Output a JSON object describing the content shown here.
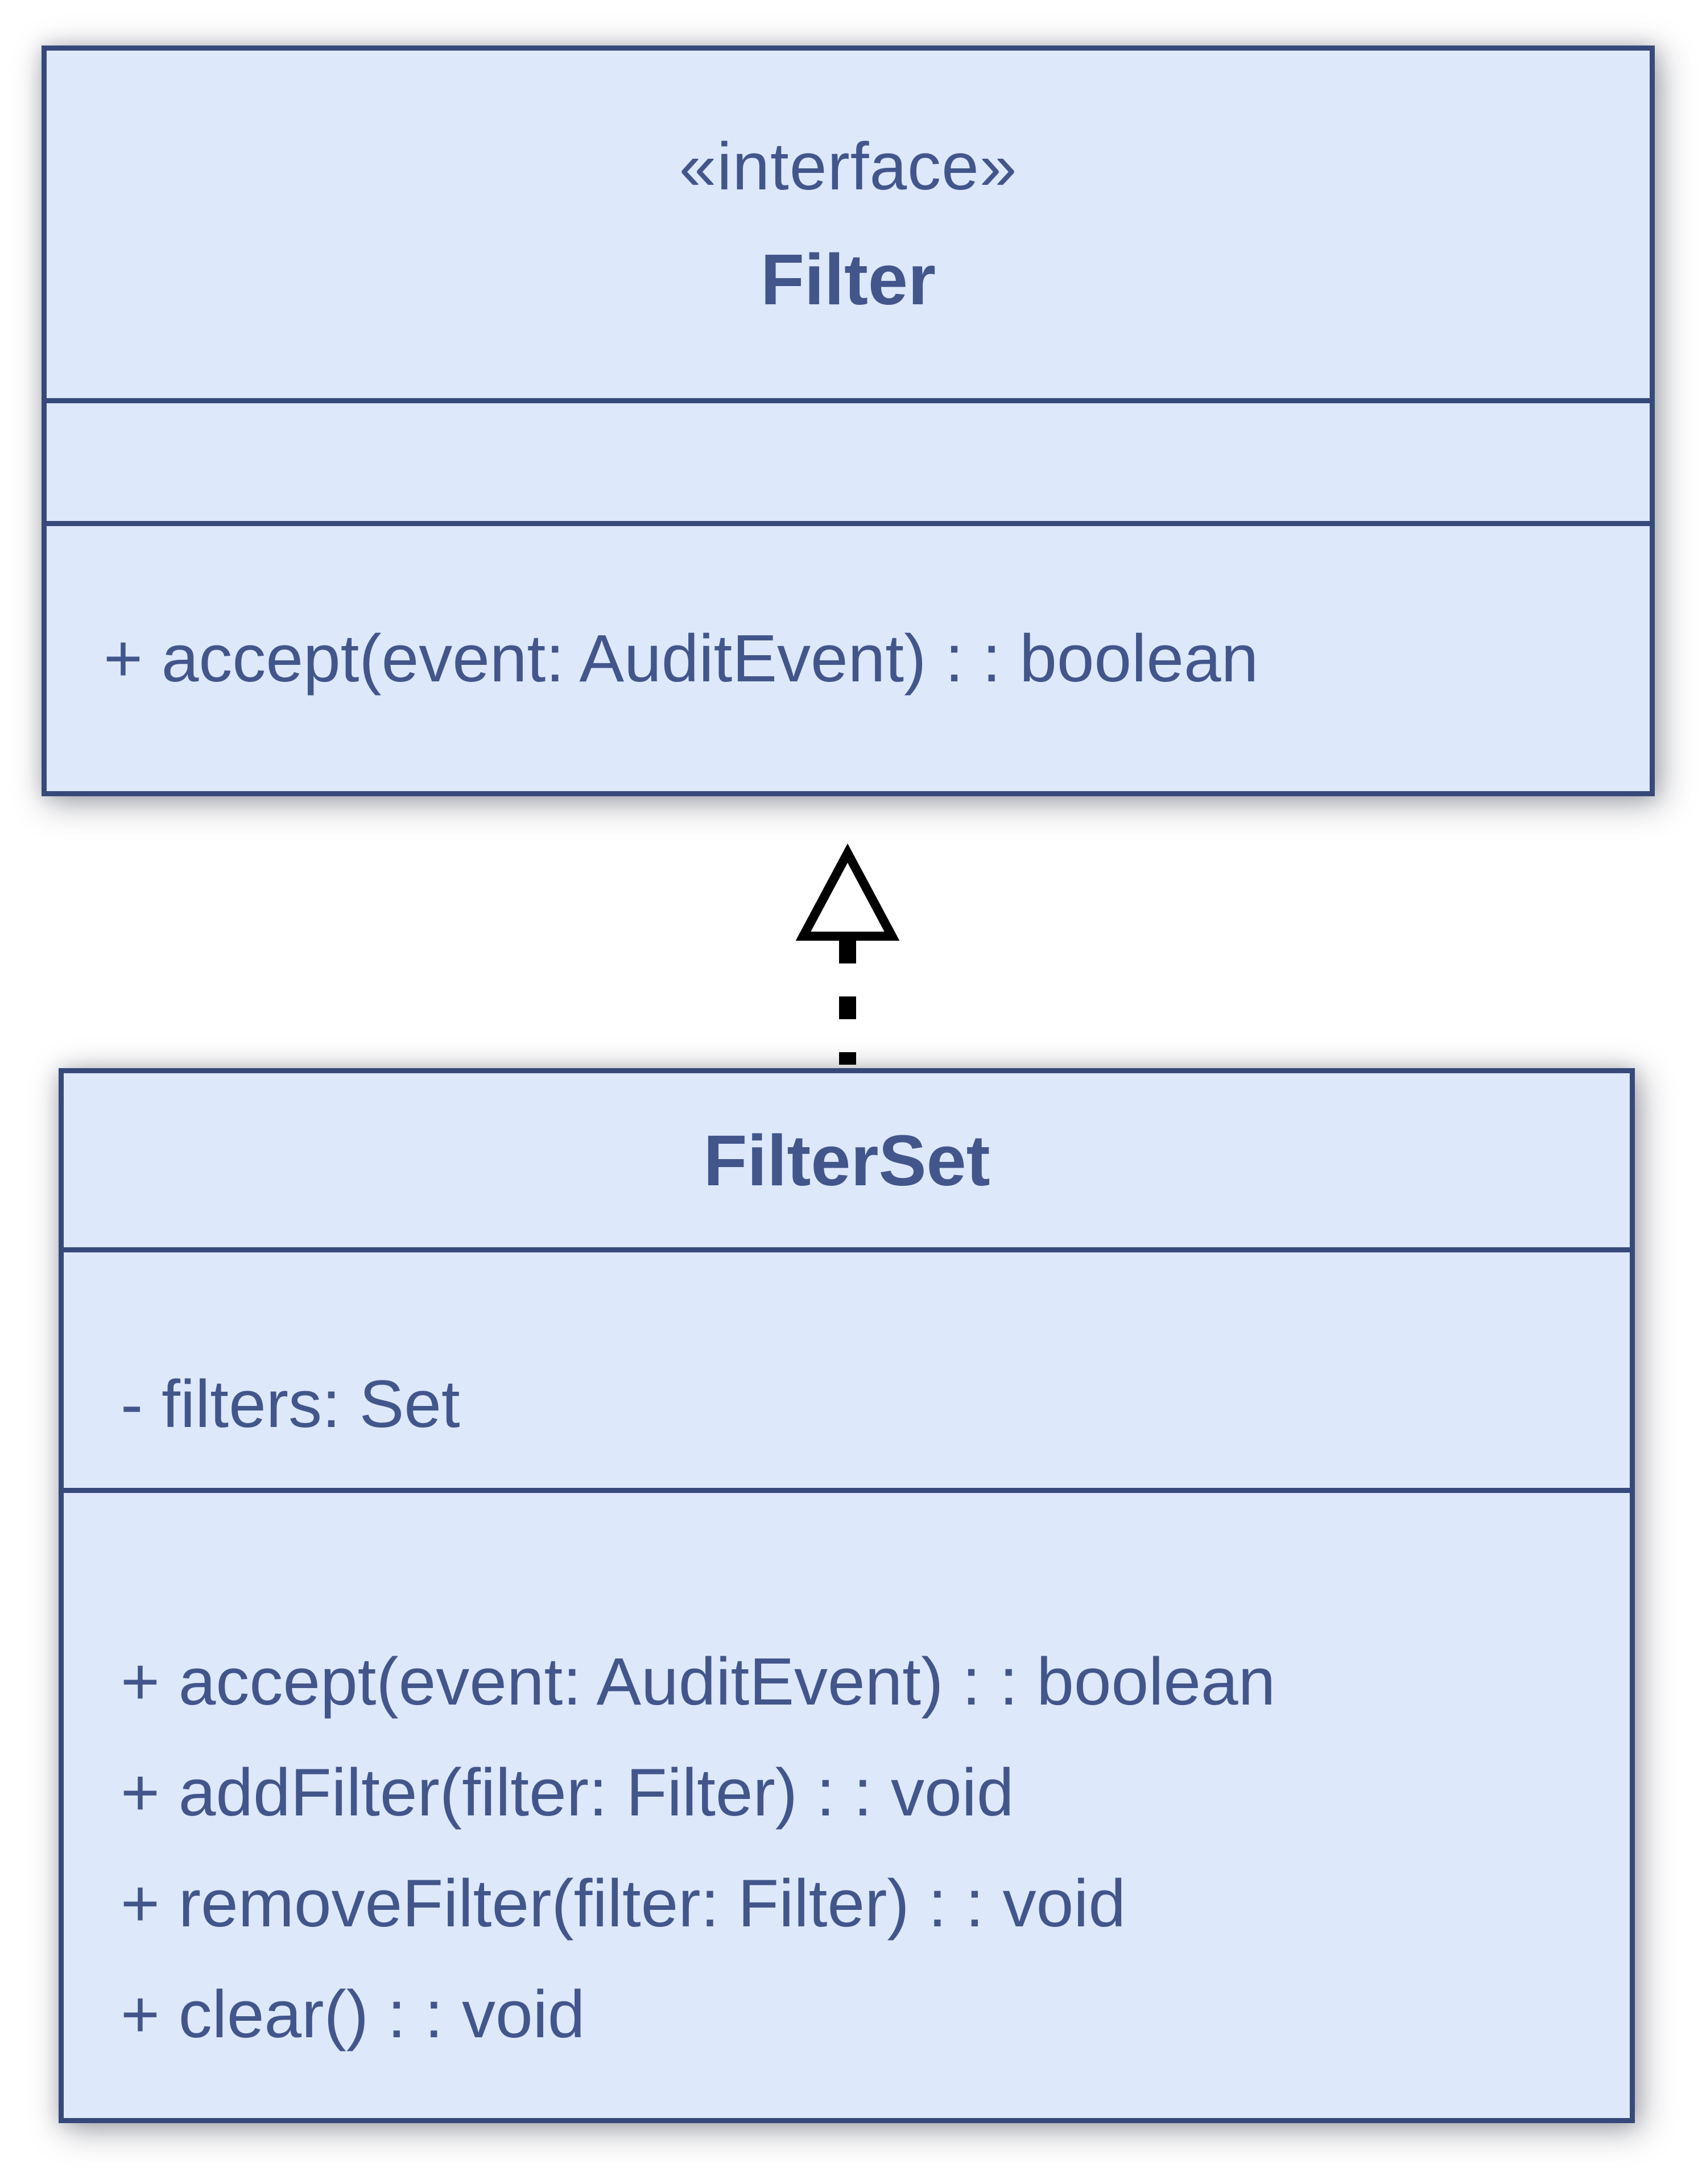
{
  "diagram": {
    "type": "uml-class-diagram",
    "classes": [
      {
        "id": "filter",
        "stereotype": "«interface»",
        "name": "Filter",
        "attributes": [],
        "methods": [
          "+ accept(event: AuditEvent) : : boolean"
        ]
      },
      {
        "id": "filterset",
        "stereotype": "",
        "name": "FilterSet",
        "attributes": [
          "- filters: Set"
        ],
        "methods": [
          "+ accept(event: AuditEvent) : : boolean",
          "+ addFilter(filter: Filter) : : void",
          "+ removeFilter(filter: Filter) : : void",
          "+ clear() : : void"
        ]
      }
    ],
    "relationship": {
      "type": "realization",
      "from": "FilterSet",
      "to": "Filter",
      "line_style": "dashed",
      "arrow_head": "hollow-triangle"
    },
    "colors": {
      "box_fill": "#dee8fb",
      "box_border": "#36497a",
      "text": "#42568c",
      "arrow": "#000000",
      "background": "#ffffff"
    }
  }
}
